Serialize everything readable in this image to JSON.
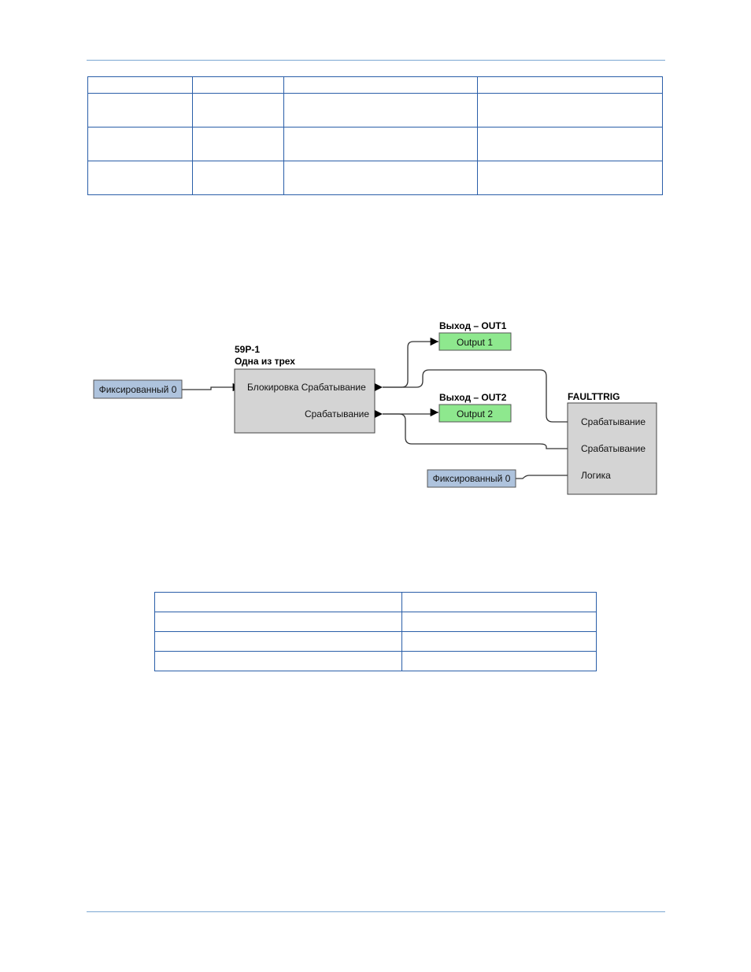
{
  "diagram": {
    "block_59p": {
      "title": "59P-1",
      "subtitle": "Одна из трех",
      "input_label": "Блокировка Срабатывание",
      "output_label": "Срабатывание"
    },
    "fixed_input_1": {
      "label": "Фиксированный 0"
    },
    "fixed_input_2": {
      "label": "Фиксированный 0"
    },
    "out1": {
      "title": "Выход – OUT1",
      "label": "Output 1"
    },
    "out2": {
      "title": "Выход – OUT2",
      "label": "Output 2"
    },
    "faulttrig": {
      "title": "FAULTTRIG",
      "inputs": [
        "Срабатывание",
        "Срабатывание",
        "Логика"
      ]
    }
  },
  "colors": {
    "rule": "#7ba7d2",
    "table_border": "#2a5ea8",
    "fixed_fill": "#aec3dd",
    "output_fill": "#8ee88e",
    "block_fill": "#d4d4d4"
  }
}
